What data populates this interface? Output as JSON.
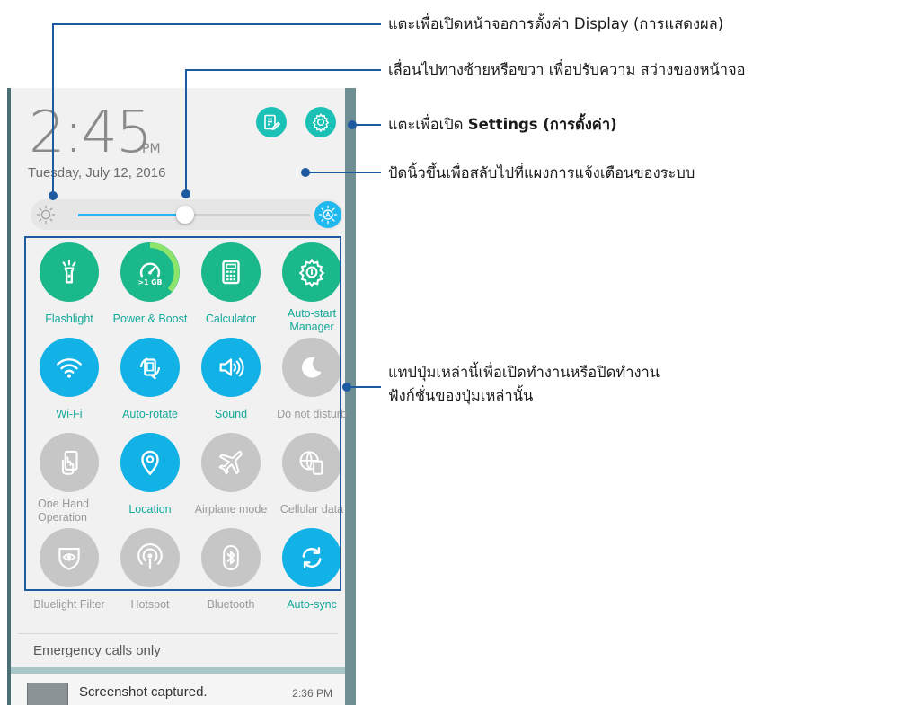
{
  "lock": {
    "time": "2:45",
    "ampm": "PM",
    "date": "Tuesday, July 12, 2016"
  },
  "brightness": {
    "level_percent": 46
  },
  "tiles": [
    {
      "label": "Flashlight",
      "icon": "flashlight-icon",
      "state": "on"
    },
    {
      "label": "Power & Boost",
      "icon": "speedometer-icon",
      "state": "on",
      "badge": ">1 GB"
    },
    {
      "label": "Calculator",
      "icon": "calculator-icon",
      "state": "on"
    },
    {
      "label": "Auto-start Manager",
      "icon": "gear-icon",
      "state": "on"
    },
    {
      "label": "Wi-Fi",
      "icon": "wifi-icon",
      "state": "on"
    },
    {
      "label": "Auto-rotate",
      "icon": "rotate-icon",
      "state": "on"
    },
    {
      "label": "Sound",
      "icon": "speaker-icon",
      "state": "on"
    },
    {
      "label": "Do not disturb",
      "icon": "moon-icon",
      "state": "off"
    },
    {
      "label": "One Hand Operation",
      "icon": "one-hand-icon",
      "state": "off"
    },
    {
      "label": "Location",
      "icon": "location-pin-icon",
      "state": "on"
    },
    {
      "label": "Airplane mode",
      "icon": "airplane-icon",
      "state": "off"
    },
    {
      "label": "Cellular data",
      "icon": "globe-phone-icon",
      "state": "off"
    },
    {
      "label": "Bluelight Filter",
      "icon": "eye-shield-icon",
      "state": "off"
    },
    {
      "label": "Hotspot",
      "icon": "hotspot-icon",
      "state": "off"
    },
    {
      "label": "Bluetooth",
      "icon": "bluetooth-icon",
      "state": "off"
    },
    {
      "label": "Auto-sync",
      "icon": "sync-icon",
      "state": "on"
    }
  ],
  "emergency": "Emergency calls only",
  "notification": {
    "title": "Screenshot captured.",
    "time": "2:36 PM"
  },
  "annotations": {
    "display": "แตะเพื่อเปิดหน้าจอการตั้งค่า Display (การแสดงผล)",
    "brightness": "เลื่อนไปทางซ้ายหรือขวา เพื่อปรับความ สว่างของหน้าจอ",
    "settings_prefix": "แตะเพื่อเปิด ",
    "settings_bold": "Settings (การตั้งค่า)",
    "swipe": "ปัดนิ้วขึ้นเพื่อสลับไปที่แผงการแจ้งเตือนของระบบ",
    "tiles_line1": "แทปปุ่มเหล่านี้เพื่อเปิดทำงานหรือปิดทำงาน",
    "tiles_line2": "ฟังก์ชั่นของปุ่มเหล่านั้น"
  },
  "colors": {
    "tile_green": "#1ab88a",
    "tile_blue": "#13b2e6",
    "tile_off": "#c6c6c6",
    "label_on": "#13a99a",
    "label_off": "#9a9a9a",
    "callout": "#1e5aa0"
  }
}
